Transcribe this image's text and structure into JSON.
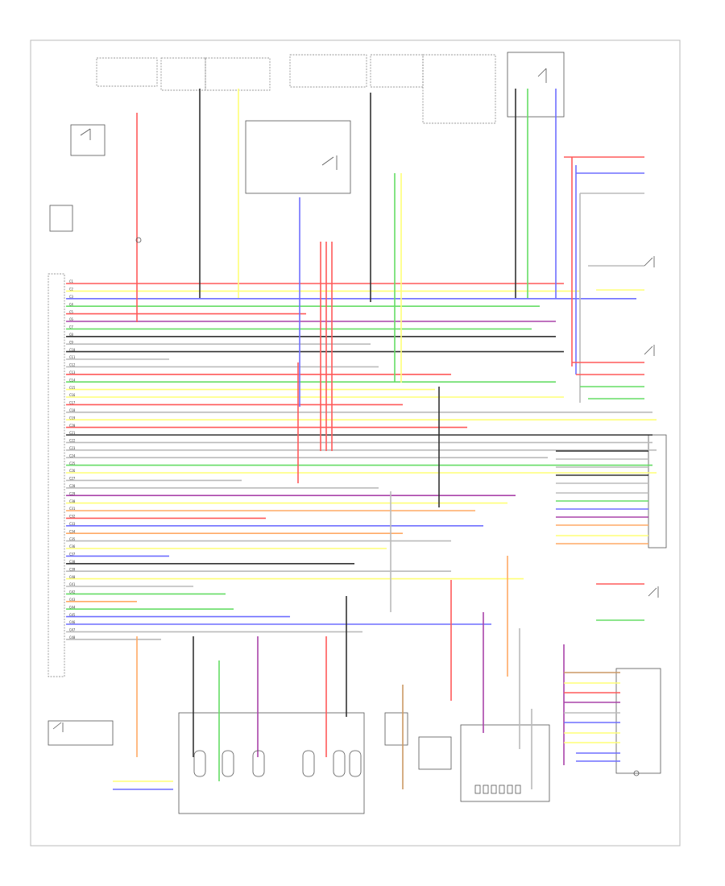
{
  "diagram": {
    "ecm_pins": [
      "C1",
      "C2",
      "C3",
      "C4",
      "C5",
      "C6",
      "C7",
      "C8",
      "C9",
      "C10",
      "C11",
      "C12",
      "C13",
      "C14",
      "C15",
      "C16",
      "C17",
      "C18",
      "C19",
      "C20",
      "C21",
      "C22",
      "C23",
      "C24",
      "C25",
      "C26",
      "C27",
      "C28",
      "C29",
      "C30",
      "C31",
      "C32",
      "C33",
      "C34",
      "C35",
      "C36",
      "C37",
      "C38",
      "C39",
      "C40",
      "C41",
      "C42",
      "C43",
      "C44",
      "C45",
      "C46",
      "C47",
      "C48"
    ],
    "colors": {
      "red": "#ff5a5a",
      "blue": "#6f6fff",
      "green": "#66dd66",
      "yellow": "#ffff77",
      "orange": "#ffaa66",
      "purple": "#aa44aa",
      "black": "#333333",
      "grey": "#bbbbbb",
      "brown": "#cc9966"
    }
  }
}
